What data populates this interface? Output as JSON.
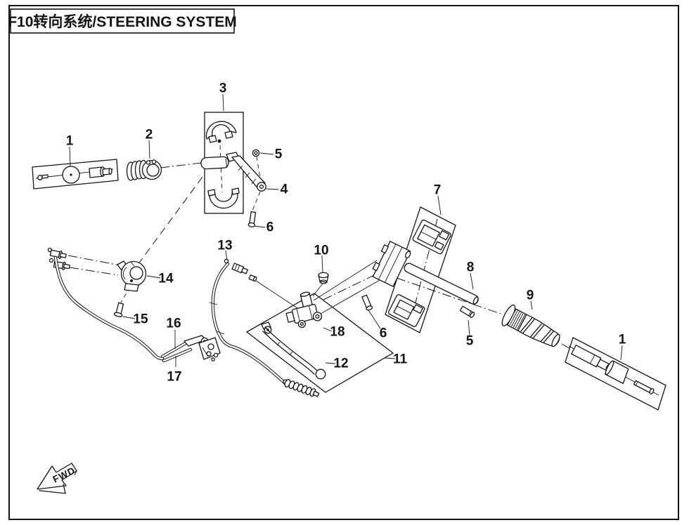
{
  "title": "F10转向系统/STEERING SYSTEM",
  "fwd_label": "FWD",
  "colors": {
    "ink": "#141414",
    "background": "#ffffff"
  },
  "callouts": [
    {
      "id": "callout-1-left",
      "text": "1"
    },
    {
      "id": "callout-2",
      "text": "2"
    },
    {
      "id": "callout-3",
      "text": "3"
    },
    {
      "id": "callout-5-top",
      "text": "5"
    },
    {
      "id": "callout-4",
      "text": "4"
    },
    {
      "id": "callout-6-top",
      "text": "6"
    },
    {
      "id": "callout-7",
      "text": "7"
    },
    {
      "id": "callout-8",
      "text": "8"
    },
    {
      "id": "callout-5-right",
      "text": "5"
    },
    {
      "id": "callout-6-mid",
      "text": "6"
    },
    {
      "id": "callout-9",
      "text": "9"
    },
    {
      "id": "callout-1-right",
      "text": "1"
    },
    {
      "id": "callout-10",
      "text": "10"
    },
    {
      "id": "callout-13",
      "text": "13"
    },
    {
      "id": "callout-14",
      "text": "14"
    },
    {
      "id": "callout-15",
      "text": "15"
    },
    {
      "id": "callout-16",
      "text": "16"
    },
    {
      "id": "callout-17",
      "text": "17"
    },
    {
      "id": "callout-18",
      "text": "18"
    },
    {
      "id": "callout-12",
      "text": "12"
    },
    {
      "id": "callout-11",
      "text": "11"
    }
  ]
}
